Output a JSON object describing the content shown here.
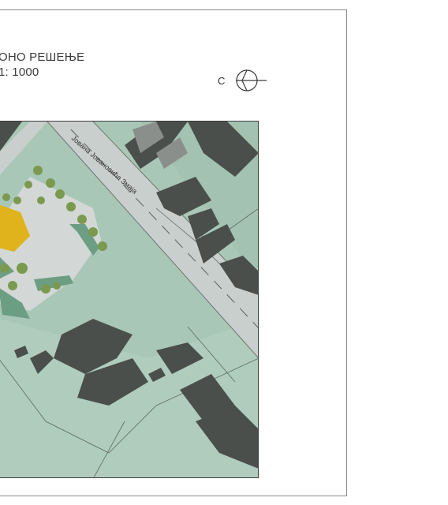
{
  "title": {
    "line1": "ОНО РЕШЕЊЕ",
    "line2": "1: 1000"
  },
  "north_arrow": {
    "letter": "С",
    "icon": "north-arrow-icon"
  },
  "map": {
    "street_name": "Јована Јовановића Змаја",
    "colors": {
      "ground": "#a9c7b7",
      "parcel": "#b4cfc0",
      "road": "#c9cfcc",
      "building": "#4a4f4c",
      "plaza": "#d3d8d6",
      "accent_yellow": "#e0b21c",
      "tree": "#7b9a4f",
      "planter": "#6c9e84"
    }
  }
}
